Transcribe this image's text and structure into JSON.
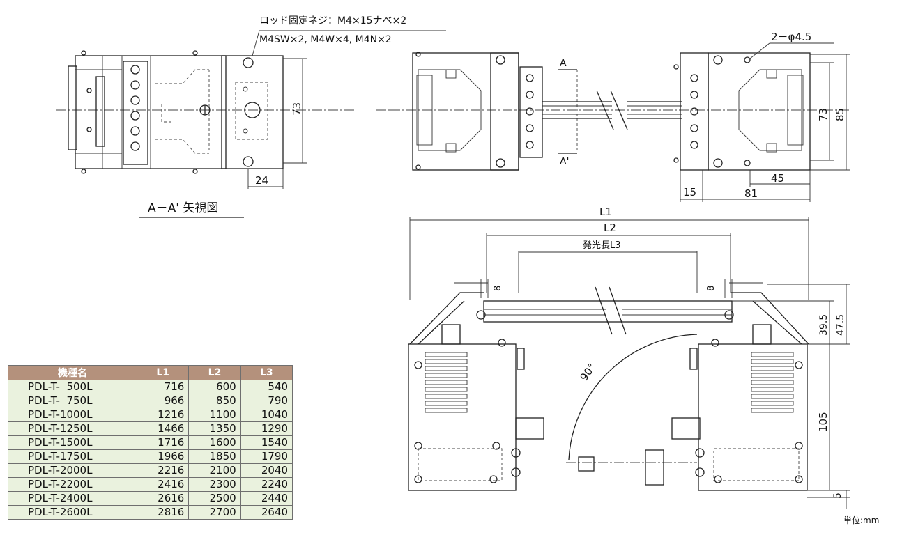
{
  "labels": {
    "rod_screw_line1": "ロッド固定ネジ：M4×15ナベ×2",
    "rod_screw_line2": "M4SW×2, M4W×4, M4N×2",
    "hole": "2－φ4.5",
    "section_mark_a": "A",
    "section_mark_a2": "A'",
    "view_title": "A－A' 矢視図",
    "light_length": "発光長L3",
    "l1": "L1",
    "l2": "L2",
    "angle": "90°",
    "unit": "単位:mm"
  },
  "dimensions": {
    "d73_left": "73",
    "d24": "24",
    "d73_right": "73",
    "d85": "85",
    "d15": "15",
    "d81": "81",
    "d45": "45",
    "d8_left": "8",
    "d8_right": "8",
    "d39_5": "39.5",
    "d47_5": "47.5",
    "d105": "105",
    "d5": "5"
  },
  "table": {
    "headers": [
      "機種名",
      "L1",
      "L2",
      "L3"
    ],
    "rows": [
      [
        "PDL-T-  500L",
        "716",
        "600",
        "540"
      ],
      [
        "PDL-T-  750L",
        "966",
        "850",
        "790"
      ],
      [
        "PDL-T-1000L",
        "1216",
        "1100",
        "1040"
      ],
      [
        "PDL-T-1250L",
        "1466",
        "1350",
        "1290"
      ],
      [
        "PDL-T-1500L",
        "1716",
        "1600",
        "1540"
      ],
      [
        "PDL-T-1750L",
        "1966",
        "1850",
        "1790"
      ],
      [
        "PDL-T-2000L",
        "2216",
        "2100",
        "2040"
      ],
      [
        "PDL-T-2200L",
        "2416",
        "2300",
        "2240"
      ],
      [
        "PDL-T-2400L",
        "2616",
        "2500",
        "2440"
      ],
      [
        "PDL-T-2600L",
        "2816",
        "2700",
        "2640"
      ]
    ]
  }
}
